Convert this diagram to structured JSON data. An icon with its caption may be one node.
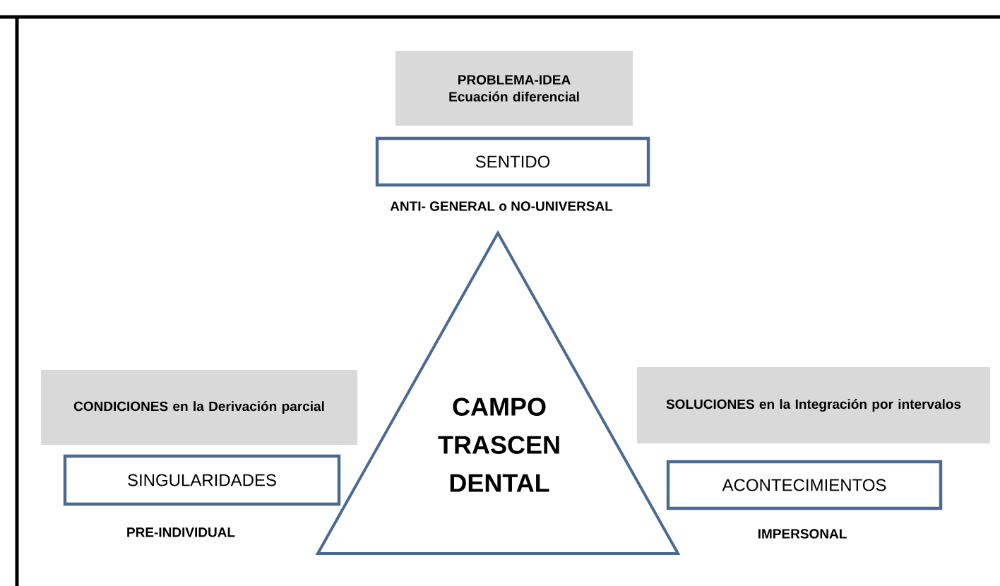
{
  "diagram": {
    "nodes": [
      {
        "text": [
          "PROBLEMA-IDEA",
          "Ecuación diferencial"
        ]
      },
      {
        "text": [
          "SENTIDO"
        ],
        "beside": [
          "ANTI- GENERAL o NO-UNIVERSAL"
        ]
      },
      {
        "text": [
          "CAMPO TRASCEN DENTAL"
        ]
      },
      {
        "text": [
          "CONDICIONES en la Derivación parcial"
        ]
      },
      {
        "text": [
          "SINGULARIDADES"
        ],
        "beside": [
          "PRE-INDIVIDUAL"
        ]
      },
      {
        "text": [
          "SOLUCIONES en la Integración por intervalos"
        ]
      },
      {
        "text": [
          "ACONTECIMIENTOS"
        ],
        "beside": [
          "IMPERSONAL"
        ]
      }
    ]
  }
}
